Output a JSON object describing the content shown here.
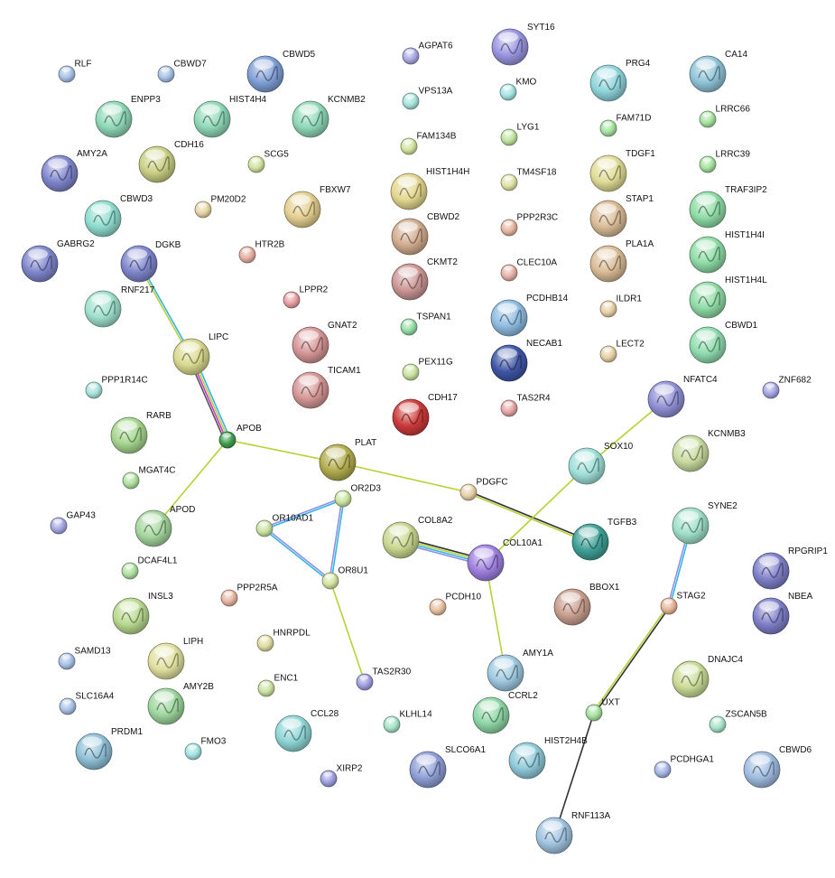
{
  "network": {
    "nodes": [
      {
        "name": "RLF",
        "color": "#a8c2e6"
      },
      {
        "name": "CBWD7",
        "color": "#a8c2e6"
      },
      {
        "name": "CBWD5",
        "color": "#7f9fd6"
      },
      {
        "name": "AGPAT6",
        "color": "#a9a9e3"
      },
      {
        "name": "SYT16",
        "color": "#9a95e0"
      },
      {
        "name": "KMO",
        "color": "#a6e3e3"
      },
      {
        "name": "PRG4",
        "color": "#8fd4dc"
      },
      {
        "name": "CA14",
        "color": "#90c4d8"
      },
      {
        "name": "ENPP3",
        "color": "#8fd8b8"
      },
      {
        "name": "HIST4H4",
        "color": "#8fd8b8"
      },
      {
        "name": "KCNMB2",
        "color": "#8fd8b8"
      },
      {
        "name": "VPS13A",
        "color": "#a6e3dc"
      },
      {
        "name": "LYG1",
        "color": "#c0e3a0"
      },
      {
        "name": "FAM71D",
        "color": "#a6e3a0"
      },
      {
        "name": "LRRC66",
        "color": "#a6e3a0"
      },
      {
        "name": "AMY2A",
        "color": "#7f86cc"
      },
      {
        "name": "CDH16",
        "color": "#c9cf84"
      },
      {
        "name": "SCG5",
        "color": "#d2e3a0"
      },
      {
        "name": "FAM134B",
        "color": "#d2e3a0"
      },
      {
        "name": "TM4SF18",
        "color": "#e0e3a6"
      },
      {
        "name": "TDGF1",
        "color": "#e0dc96"
      },
      {
        "name": "LRRC39",
        "color": "#a6e3a0"
      },
      {
        "name": "CBWD3",
        "color": "#8fdccf"
      },
      {
        "name": "PM20D2",
        "color": "#e6d6a6"
      },
      {
        "name": "FBXW7",
        "color": "#e3cf8f"
      },
      {
        "name": "HIST1H4H",
        "color": "#e3d68f"
      },
      {
        "name": "PPP2R3C",
        "color": "#e6b6a0"
      },
      {
        "name": "STAP1",
        "color": "#d9bc96"
      },
      {
        "name": "TRAF3IP2",
        "color": "#8fdca6"
      },
      {
        "name": "GABRG2",
        "color": "#7f86cc"
      },
      {
        "name": "DGKB",
        "color": "#7f86cc"
      },
      {
        "name": "HTR2B",
        "color": "#e6b0a0"
      },
      {
        "name": "CBWD2",
        "color": "#d2ac8f"
      },
      {
        "name": "CLEC10A",
        "color": "#e6b0a6"
      },
      {
        "name": "PLA1A",
        "color": "#d9bc96"
      },
      {
        "name": "HIST1H4I",
        "color": "#8fdca6"
      },
      {
        "name": "RNF217",
        "color": "#9fe0cc"
      },
      {
        "name": "LPPR2",
        "color": "#e69fa0"
      },
      {
        "name": "CKMT2",
        "color": "#cc9696"
      },
      {
        "name": "PCDHB14",
        "color": "#8fbce0"
      },
      {
        "name": "ILDR1",
        "color": "#e6d0a6"
      },
      {
        "name": "HIST1H4L",
        "color": "#8fdca6"
      },
      {
        "name": "LIPC",
        "color": "#d9d98f"
      },
      {
        "name": "GNAT2",
        "color": "#d69696"
      },
      {
        "name": "TSPAN1",
        "color": "#96dca6"
      },
      {
        "name": "NECAB1",
        "color": "#3f56a6"
      },
      {
        "name": "LECT2",
        "color": "#e6d0a6"
      },
      {
        "name": "CBWD1",
        "color": "#8fdcb0"
      },
      {
        "name": "PPP1R14C",
        "color": "#a6e3dc"
      },
      {
        "name": "TICAM1",
        "color": "#d69696"
      },
      {
        "name": "PEX11G",
        "color": "#c9e3a0"
      },
      {
        "name": "CDH17",
        "color": "#cc3a3a"
      },
      {
        "name": "TAS2R4",
        "color": "#e6a6a6"
      },
      {
        "name": "NFATC4",
        "color": "#9090d6"
      },
      {
        "name": "ZNF682",
        "color": "#a6a6e3"
      },
      {
        "name": "RARB",
        "color": "#a6d68f"
      },
      {
        "name": "APOB",
        "color": "#3f9f4f"
      },
      {
        "name": "PLAT",
        "color": "#b3ad4f"
      },
      {
        "name": "KCNMB3",
        "color": "#c9dca0"
      },
      {
        "name": "MGAT4C",
        "color": "#b0e0a0"
      },
      {
        "name": "SOX10",
        "color": "#a0e0d9"
      },
      {
        "name": "PDGFC",
        "color": "#e6d0a6"
      },
      {
        "name": "OR2D3",
        "color": "#c9e3a0"
      },
      {
        "name": "GAP43",
        "color": "#a6a6e3"
      },
      {
        "name": "APOD",
        "color": "#a6d69f"
      },
      {
        "name": "OR10AD1",
        "color": "#c9e3a0"
      },
      {
        "name": "COL8A2",
        "color": "#c9d68f"
      },
      {
        "name": "TGFB3",
        "color": "#3fa096"
      },
      {
        "name": "SYNE2",
        "color": "#9fe0c9"
      },
      {
        "name": "COL10A1",
        "color": "#9f80e0"
      },
      {
        "name": "DCAF4L1",
        "color": "#b0e0a0"
      },
      {
        "name": "OR8U1",
        "color": "#d2e3a0"
      },
      {
        "name": "RPGRIP1",
        "color": "#7f7fc9"
      },
      {
        "name": "PPP2R5A",
        "color": "#e6b6a0"
      },
      {
        "name": "PCDH10",
        "color": "#e6c0a0"
      },
      {
        "name": "BBOX1",
        "color": "#c99f8f"
      },
      {
        "name": "STAG2",
        "color": "#e6b696"
      },
      {
        "name": "INSL3",
        "color": "#b9d98f"
      },
      {
        "name": "NBEA",
        "color": "#7f7fc9"
      },
      {
        "name": "HNRPDL",
        "color": "#e0dca0"
      },
      {
        "name": "SAMD13",
        "color": "#a8c2e6"
      },
      {
        "name": "LIPH",
        "color": "#e0e09f"
      },
      {
        "name": "TAS2R30",
        "color": "#9f9fe0"
      },
      {
        "name": "AMY1A",
        "color": "#9fc9e0"
      },
      {
        "name": "DNAJC4",
        "color": "#c9dc96"
      },
      {
        "name": "ENC1",
        "color": "#c9e3a0"
      },
      {
        "name": "SLC16A4",
        "color": "#a8c2e6"
      },
      {
        "name": "AMY2B",
        "color": "#9fd69f"
      },
      {
        "name": "CCRL2",
        "color": "#8fd6a6"
      },
      {
        "name": "UXT",
        "color": "#a6e0a0"
      },
      {
        "name": "KLHL14",
        "color": "#a6e3c9"
      },
      {
        "name": "ZSCAN5B",
        "color": "#a6e3c9"
      },
      {
        "name": "CCL28",
        "color": "#8fd6d6"
      },
      {
        "name": "PRDM1",
        "color": "#8fc0d6"
      },
      {
        "name": "FMO3",
        "color": "#a6e3e3"
      },
      {
        "name": "SLCO6A1",
        "color": "#8f9fd6"
      },
      {
        "name": "HIST2H4B",
        "color": "#8fc9d9"
      },
      {
        "name": "PCDHGA1",
        "color": "#a6b6e6"
      },
      {
        "name": "CBWD6",
        "color": "#a0bce0"
      },
      {
        "name": "XIRP2",
        "color": "#9f9fe0"
      },
      {
        "name": "RNF113A",
        "color": "#a0c4e0"
      }
    ],
    "edges": [
      {
        "a": "DGKB",
        "b": "LIPC",
        "colors": [
          "#33b5e5",
          "#b5d334"
        ]
      },
      {
        "a": "LIPC",
        "b": "APOB",
        "colors": [
          "#33b5e5",
          "#b5d334",
          "#cc33cc",
          "#555555"
        ]
      },
      {
        "a": "APOB",
        "b": "PLAT",
        "colors": [
          "#b5d334"
        ]
      },
      {
        "a": "APOB",
        "b": "APOD",
        "colors": [
          "#b5d334"
        ]
      },
      {
        "a": "PLAT",
        "b": "PDGFC",
        "colors": [
          "#b5d334"
        ]
      },
      {
        "a": "PDGFC",
        "b": "TGFB3",
        "colors": [
          "#333333",
          "#b5d334"
        ]
      },
      {
        "a": "SOX10",
        "b": "NFATC4",
        "colors": [
          "#b5d334"
        ]
      },
      {
        "a": "SOX10",
        "b": "COL10A1",
        "colors": [
          "#b5d334"
        ]
      },
      {
        "a": "COL8A2",
        "b": "COL10A1",
        "colors": [
          "#333333",
          "#b5d334",
          "#33b5e5",
          "#8f8fe6"
        ]
      },
      {
        "a": "COL10A1",
        "b": "AMY1A",
        "colors": [
          "#b5d334"
        ]
      },
      {
        "a": "OR2D3",
        "b": "OR10AD1",
        "colors": [
          "#33b5e5",
          "#8f8fe6"
        ]
      },
      {
        "a": "OR2D3",
        "b": "OR8U1",
        "colors": [
          "#33b5e5",
          "#8f8fe6"
        ]
      },
      {
        "a": "OR10AD1",
        "b": "OR8U1",
        "colors": [
          "#8f8fe6",
          "#33b5e5"
        ]
      },
      {
        "a": "OR8U1",
        "b": "TAS2R30",
        "colors": [
          "#b5d334"
        ]
      },
      {
        "a": "SYNE2",
        "b": "STAG2",
        "colors": [
          "#33b5e5",
          "#8f8fe6"
        ]
      },
      {
        "a": "STAG2",
        "b": "UXT",
        "colors": [
          "#333333",
          "#b5d334"
        ]
      },
      {
        "a": "UXT",
        "b": "RNF113A",
        "colors": [
          "#333333"
        ]
      }
    ]
  }
}
